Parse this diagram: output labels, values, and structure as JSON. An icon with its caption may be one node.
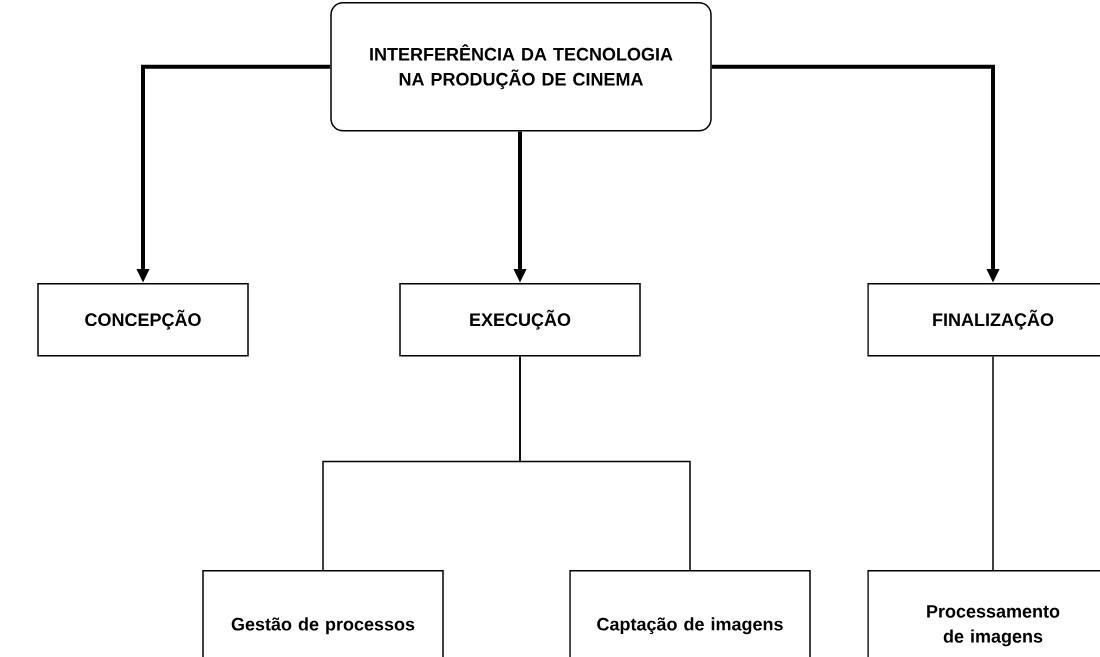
{
  "diagram": {
    "nodes": [
      {
        "text": [
          "INTERFERÊNCIA DA TECNOLOGIA NA PRODUÇÃO DE CINEMA"
        ]
      },
      {
        "text": [
          "CONCEPÇÃO"
        ]
      },
      {
        "text": [
          "EXECUÇÃO"
        ]
      },
      {
        "text": [
          "FINALIZAÇÃO"
        ]
      },
      {
        "text": [
          "Gestão de processos"
        ]
      },
      {
        "text": [
          "Captação de imagens"
        ]
      },
      {
        "text": [
          "Processamento de imagens"
        ]
      }
    ],
    "edges": [
      {
        "from": 0,
        "to": 1,
        "arrow": "to",
        "style": "thick"
      },
      {
        "from": 0,
        "to": 2,
        "arrow": "to",
        "style": "thick"
      },
      {
        "from": 0,
        "to": 3,
        "arrow": "to",
        "style": "thick"
      },
      {
        "from": 2,
        "to": 4,
        "arrow": "none"
      },
      {
        "from": 2,
        "to": 5,
        "arrow": "none"
      },
      {
        "from": 3,
        "to": 6,
        "arrow": "none"
      }
    ]
  }
}
